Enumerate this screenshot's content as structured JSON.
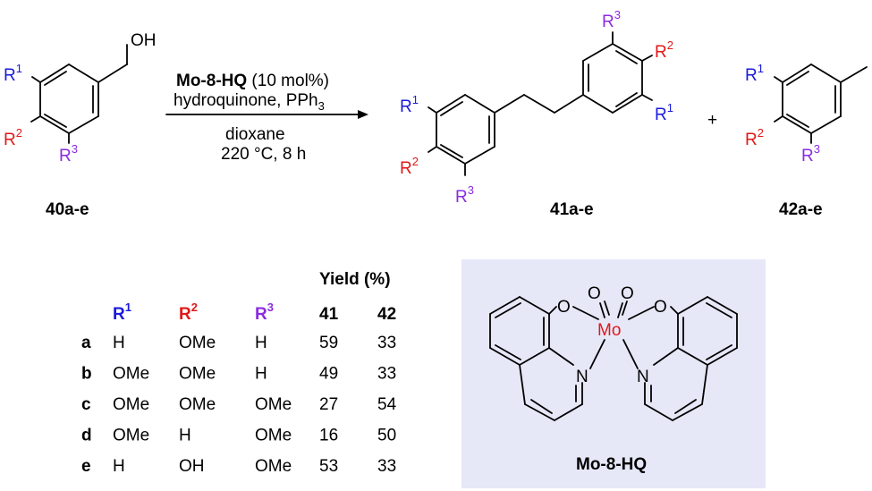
{
  "colors": {
    "r1": "#1a1adc",
    "r2": "#e01818",
    "r3": "#8a2be2",
    "mo": "#e01818",
    "catalyst_bg": "#e6e8f8"
  },
  "reactant": {
    "oh": "OH",
    "r1": "R",
    "r1_sup": "1",
    "r2": "R",
    "r2_sup": "2",
    "r3": "R",
    "r3_sup": "3",
    "label": "40a-e"
  },
  "conditions": {
    "catalyst": "Mo-8-HQ",
    "loading": " (10 mol%)",
    "reagents": "hydroquinone, PPh",
    "reagents_sub": "3",
    "solvent": "dioxane",
    "temp_time": "220 °C, 8 h"
  },
  "product1": {
    "r1": "R",
    "r1_sup": "1",
    "r2": "R",
    "r2_sup": "2",
    "r3": "R",
    "r3_sup": "3",
    "label": "41a-e"
  },
  "plus": "+",
  "product2": {
    "r1": "R",
    "r1_sup": "1",
    "r2": "R",
    "r2_sup": "2",
    "r3": "R",
    "r3_sup": "3",
    "label": "42a-e"
  },
  "table": {
    "yield_header": "Yield (%)",
    "headers": {
      "r1": "R",
      "r1_sup": "1",
      "r2": "R",
      "r2_sup": "2",
      "r3": "R",
      "r3_sup": "3",
      "y41": "41",
      "y42": "42"
    },
    "rows": [
      {
        "entry": "a",
        "r1": "H",
        "r2": "OMe",
        "r3": "H",
        "y41": "59",
        "y42": "33"
      },
      {
        "entry": "b",
        "r1": "OMe",
        "r2": "OMe",
        "r3": "H",
        "y41": "49",
        "y42": "33"
      },
      {
        "entry": "c",
        "r1": "OMe",
        "r2": "OMe",
        "r3": "OMe",
        "y41": "27",
        "y42": "54"
      },
      {
        "entry": "d",
        "r1": "OMe",
        "r2": "H",
        "r3": "OMe",
        "y41": "16",
        "y42": "50"
      },
      {
        "entry": "e",
        "r1": "H",
        "r2": "OH",
        "r3": "OMe",
        "y41": "53",
        "y42": "33"
      }
    ]
  },
  "catalyst": {
    "o": "O",
    "mo": "Mo",
    "n": "N",
    "label": "Mo-8-HQ"
  }
}
